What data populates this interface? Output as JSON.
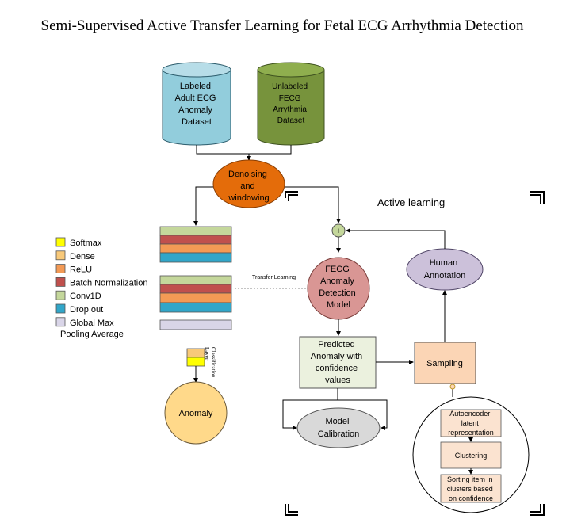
{
  "title": "Semi-Supervised Active Transfer Learning for Fetal ECG Arrhythmia Detection",
  "datasets": {
    "labeled": [
      "Labeled",
      "Adult ECG",
      "Anomaly",
      "Dataset"
    ],
    "unlabeled": [
      "Unlabeled",
      "FECG",
      "Arrythmia",
      "Dataset"
    ]
  },
  "denoising": [
    "Denoising",
    "and",
    "windowing"
  ],
  "active_learning_label": "Active learning",
  "plus_symbol": "+",
  "legend": [
    {
      "label": "Softmax",
      "color": "#ffff00"
    },
    {
      "label": "Dense",
      "color": "#f8c97a"
    },
    {
      "label": "ReLU",
      "color": "#f39a55"
    },
    {
      "label": "Batch Normalization",
      "color": "#c0504d"
    },
    {
      "label": "Conv1D",
      "color": "#c4d79b"
    },
    {
      "label": "Drop out",
      "color": "#31a6c9"
    },
    {
      "label": "Global Max",
      "color": "#d9d5e8"
    }
  ],
  "legend_extra": "Pooling Average",
  "transfer_learning_label": "Transfer Learning",
  "classification_layer_label": [
    "Classification",
    "Layer"
  ],
  "anomaly_label": "Anomaly",
  "fecg_model": [
    "FECG",
    "Anomaly",
    "Detection",
    "Model"
  ],
  "human_annotation": [
    "Human",
    "Annotation"
  ],
  "predicted": [
    "Predicted",
    "Anomaly with",
    "confidence",
    "values"
  ],
  "sampling_label": "Sampling",
  "calibration": [
    "Model",
    "Calibration"
  ],
  "sampling_steps": [
    [
      "Autoencoder",
      "latent",
      "representation"
    ],
    [
      "Clustering"
    ],
    [
      "Sorting item in",
      "clusters based",
      "on confidence"
    ]
  ]
}
